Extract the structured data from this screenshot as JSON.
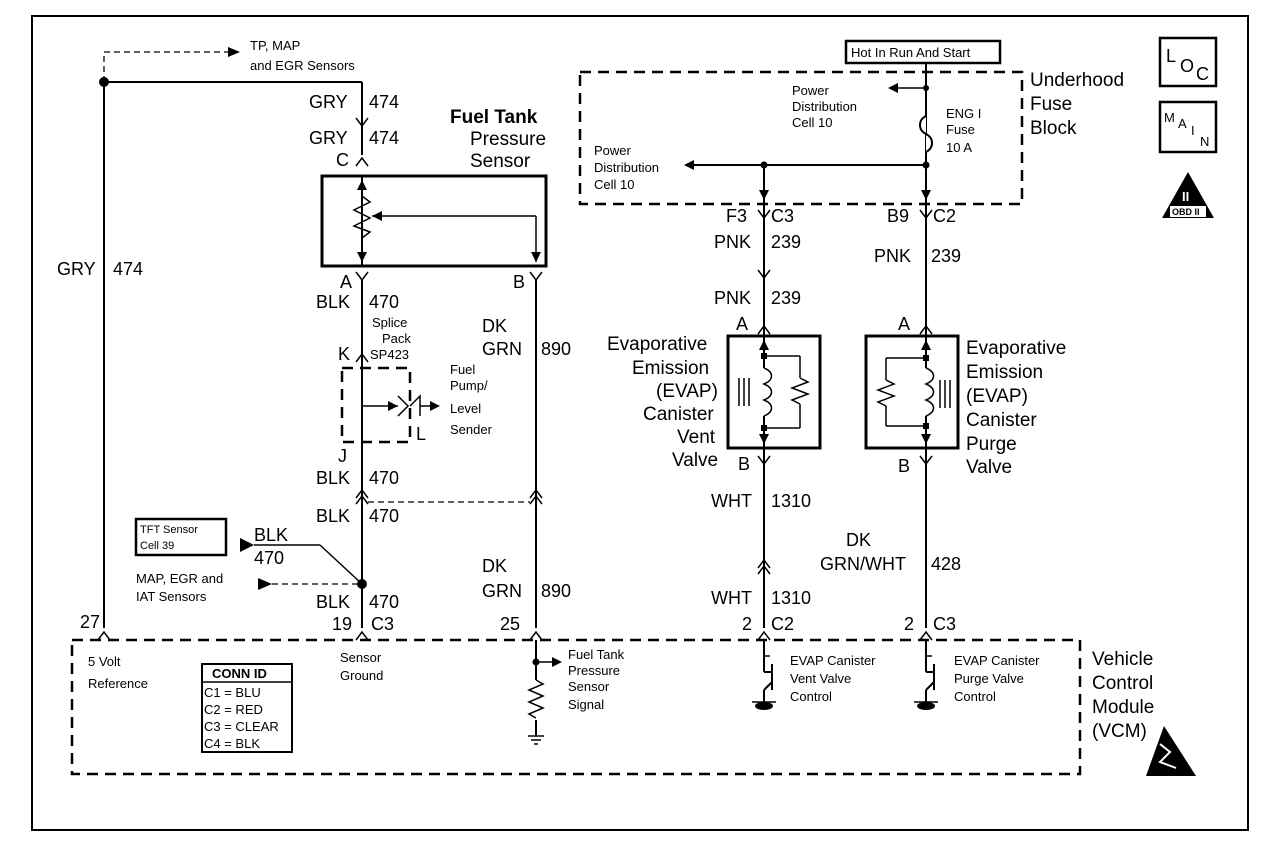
{
  "top": {
    "sensors_tp_map_egr": [
      "TP, MAP",
      "and EGR Sensors"
    ],
    "hot_in_run": "Hot In Run And Start"
  },
  "fuse_block": {
    "name": [
      "Underhood",
      "Fuse",
      "Block"
    ],
    "pdc_top": [
      "Power",
      "Distribution",
      "Cell 10"
    ],
    "pdc_left": [
      "Power",
      "Distribution",
      "Cell 10"
    ],
    "fuse": [
      "ENG I",
      "Fuse",
      "10 A"
    ]
  },
  "badges": {
    "loc": [
      "L",
      "O",
      "C"
    ],
    "main": [
      "M",
      "A",
      "I",
      "N"
    ],
    "obd": [
      "II",
      "OBD II"
    ]
  },
  "wires": {
    "gry474_top": [
      "GRY",
      "474"
    ],
    "gry474_mid": [
      "GRY",
      "474"
    ],
    "gry474_left": [
      "GRY",
      "474"
    ],
    "blk470_a": [
      "BLK",
      "470"
    ],
    "blk470_j": [
      "BLK",
      "470"
    ],
    "blk470_b": [
      "BLK",
      "470"
    ],
    "blk470_c": [
      "BLK",
      "470"
    ],
    "tft_blk470": [
      "BLK",
      "470"
    ],
    "dkgrn890_top": [
      "DK",
      "GRN",
      "890"
    ],
    "dkgrn890_bot": [
      "DK",
      "GRN",
      "890"
    ],
    "pnk239_left_a": [
      "PNK",
      "239"
    ],
    "pnk239_left_b": [
      "PNK",
      "239"
    ],
    "pnk239_right": [
      "PNK",
      "239"
    ],
    "wht1310_a": [
      "WHT",
      "1310"
    ],
    "wht1310_b": [
      "WHT",
      "1310"
    ],
    "dkgrnwht428": [
      "DK",
      "GRN/WHT",
      "428"
    ]
  },
  "connectors": {
    "c_top": "C",
    "a_sensor": "A",
    "b_sensor": "B",
    "k": "K",
    "j": "J",
    "l": "L",
    "f3": "F3",
    "c3_top": "C3",
    "b9": "B9",
    "c2_top": "C2",
    "a_vent": "A",
    "b_vent": "B",
    "a_purge": "A",
    "b_purge": "B",
    "pin27": "27",
    "pin19": "19",
    "c3_19": "C3",
    "pin25": "25",
    "pin2_vent": "2",
    "c2_vent": "C2",
    "pin2_purge": "2",
    "c3_purge": "C3"
  },
  "components": {
    "fuel_tank_sensor": [
      "Fuel Tank",
      "Pressure",
      "Sensor"
    ],
    "splice": [
      "Splice",
      "Pack",
      "SP423"
    ],
    "fuel_pump": [
      "Fuel",
      "Pump/",
      "Level",
      "Sender"
    ],
    "tft_sensor": [
      "TFT Sensor",
      "Cell 39"
    ],
    "map_egr_iat": [
      "MAP, EGR and",
      "IAT Sensors"
    ],
    "evap_vent": [
      "Evaporative",
      "Emission",
      "(EVAP)",
      "Canister",
      "Vent",
      "Valve"
    ],
    "evap_purge": [
      "Evaporative",
      "Emission",
      "(EVAP)",
      "Canister",
      "Purge",
      "Valve"
    ]
  },
  "vcm": {
    "name": [
      "Vehicle",
      "Control",
      "Module",
      "(VCM)"
    ],
    "five_volt": [
      "5 Volt",
      "Reference"
    ],
    "sensor_ground": [
      "Sensor",
      "Ground"
    ],
    "fuel_tank_signal": [
      "Fuel Tank",
      "Pressure",
      "Sensor",
      "Signal"
    ],
    "vent_control": [
      "EVAP Canister",
      "Vent Valve",
      "Control"
    ],
    "purge_control": [
      "EVAP Canister",
      "Purge Valve",
      "Control"
    ],
    "conn_id_title": "CONN ID",
    "conn_ids": [
      "C1 = BLU",
      "C2 = RED",
      "C3 = CLEAR",
      "C4 = BLK"
    ]
  }
}
